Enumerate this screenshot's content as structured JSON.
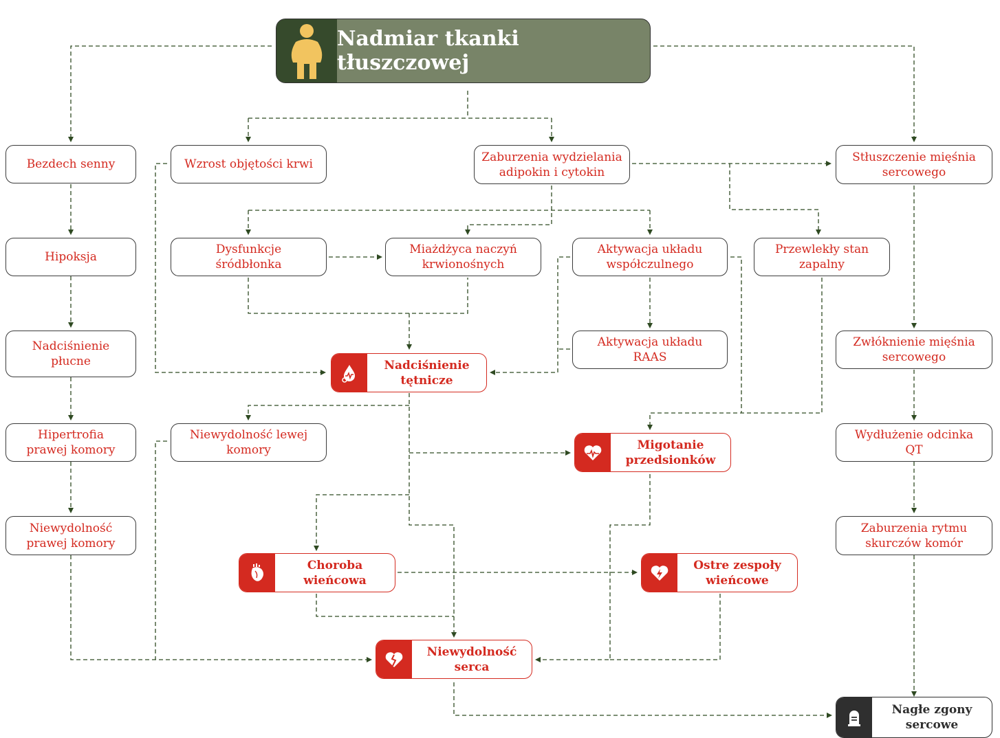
{
  "title": "Nadmiar tkanki tłuszczowej",
  "nodes": {
    "bezdech": "Bezdech senny",
    "hipoksja": "Hipoksja",
    "nadc_pluc": "Nadciśnienie\npłucne",
    "hipertrofia": "Hipertrofia\nprawej komory",
    "niew_prawej": "Niewydolność\nprawej komory",
    "wzrost": "Wzrost objętości krwi",
    "adipokin": "Zaburzenia wydzielania\nadipokin i cytokin",
    "stluszczenie": "Stłuszczenie mięśnia\nsercowego",
    "dysfunkcje": "Dysfunkcje\nśródbłonka",
    "miazdzyca": "Miażdżyca naczyń\nkrwionośnych",
    "wspolczulny": "Aktywacja układu\nwspółczulnego",
    "zapalny": "Przewlekły stan\nzapalny",
    "raas": "Aktywacja układu\nRAAS",
    "zwloknienie": "Zwłóknienie mięśnia\nsercowego",
    "nadc_tet": "Nadciśnienie\ntętnicze",
    "niew_lewej": "Niewydolność lewej\nkomory",
    "migotanie": "Migotanie\nprzedsionków",
    "qt": "Wydłużenie odcinka\nQT",
    "choroba": "Choroba\nwieńcowa",
    "ostre": "Ostre zespoły\nwieńcowe",
    "rytm": "Zaburzenia rytmu\nskurczów komór",
    "niew_serca": "Niewydolność\nserca",
    "zgony": "Nagłe zgony\nsercowe"
  },
  "colors": {
    "accent": "#d42a20",
    "top_dark": "#364a2c",
    "top_light": "#788468",
    "line": "#2f4a22",
    "figure": "#f2c45f"
  },
  "icons": {
    "top": "person-icon",
    "nadc_tet": "blood-pressure-icon",
    "migotanie": "heart-pulse-icon",
    "choroba": "anatomical-heart-icon",
    "ostre": "heart-attack-icon",
    "niew_serca": "broken-heart-icon",
    "zgony": "gravestone-icon"
  }
}
